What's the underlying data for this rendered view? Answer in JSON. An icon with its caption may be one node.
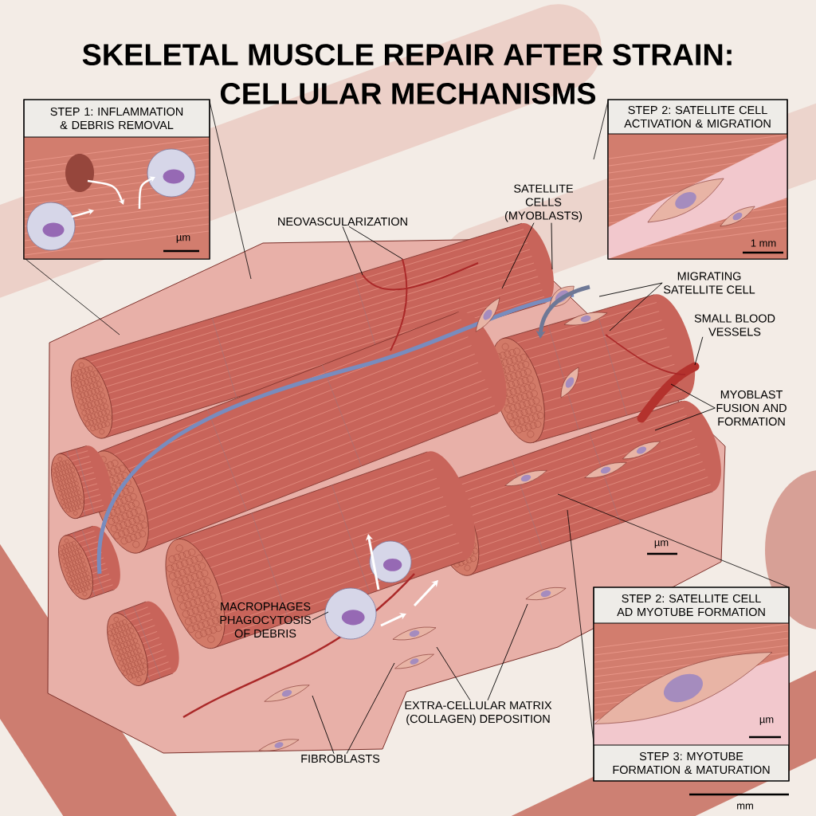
{
  "diagram": {
    "title": "SKELETAL MUSCLE REPAIR AFTER STRAIN: CELLULAR MECHANISMS",
    "nodes": [
      {
        "text": [
          "STEP 1: INFLAMMATION & DEBRIS REMOVAL"
        ]
      },
      {
        "text": [
          "STEP 2: SATELLITE CELL ACTIVATION & MIGRATION"
        ]
      },
      {
        "text": [
          "STEP 2: SATELLITE CELL AD MYOTUBE FORMATION",
          "STEP 3: MYOTUBE FORMATION & MATURATION"
        ]
      },
      {
        "text": [
          "NEOVASCULARIZATION"
        ]
      },
      {
        "text": [
          "SATELLITE CELLS (MYOBLASTS)"
        ]
      },
      {
        "text": [
          "MIGRATING SATELLITE CELL"
        ]
      },
      {
        "text": [
          "SMALL BLOOD VESSELS"
        ]
      },
      {
        "text": [
          "MYOBLAST FUSION AND FORMATION"
        ]
      },
      {
        "text": [
          "MACROPHAGES PHAGOCYTOSIS OF DEBRIS"
        ]
      },
      {
        "text": [
          "EXTRA-CELLULAR MATRIX (COLLAGEN) DEPOSITION"
        ]
      },
      {
        "text": [
          "FIBROBLASTS"
        ]
      }
    ],
    "edges": [
      {
        "from": 3,
        "to": null,
        "arrow": "none"
      },
      {
        "from": 3,
        "to": null,
        "arrow": "none"
      },
      {
        "from": 4,
        "to": null,
        "arrow": "none"
      },
      {
        "from": 4,
        "to": null,
        "arrow": "none"
      },
      {
        "from": 5,
        "to": null,
        "arrow": "none"
      },
      {
        "from": 5,
        "to": null,
        "arrow": "none"
      },
      {
        "from": 6,
        "to": null,
        "arrow": "none"
      },
      {
        "from": 7,
        "to": null,
        "arrow": "none"
      },
      {
        "from": 7,
        "to": null,
        "arrow": "none"
      },
      {
        "from": 8,
        "to": null,
        "arrow": "none"
      },
      {
        "from": 9,
        "to": null,
        "arrow": "none"
      },
      {
        "from": 9,
        "to": null,
        "arrow": "none"
      },
      {
        "from": 10,
        "to": null,
        "arrow": "none"
      },
      {
        "from": 10,
        "to": null,
        "arrow": "none"
      }
    ],
    "labels": [
      "µm",
      "1 mm",
      "µm",
      "µm",
      "mm"
    ]
  }
}
